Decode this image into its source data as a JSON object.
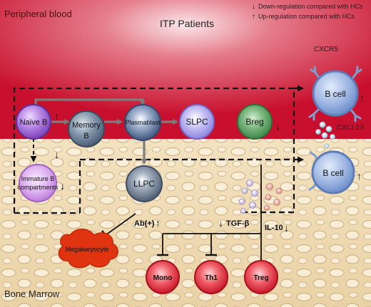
{
  "regions": {
    "top": "Peripheral blood",
    "bottom": "Bone Marrow",
    "patients": "ITP Patients"
  },
  "legend": {
    "down": "Down-regulation compared with HCs",
    "up": "Up-regulation compared with HCs"
  },
  "cells": {
    "naive_b": "Naive B",
    "memory_b_line1": "Memory",
    "memory_b_line2": "B",
    "plasmablast": "Plasmablast",
    "slpc": "SLPC",
    "breg": "Breg",
    "immature_b_line1": "Immature B",
    "immature_b_line2": "compartments",
    "llpc": "LLPC",
    "b_cell_blood": "B cell",
    "b_cell_marrow": "B cell",
    "megakaryocyte": "Megakaryocyte",
    "mono": "Mono",
    "th1": "Th1",
    "treg": "Treg"
  },
  "markers": {
    "cxcr5": "CXCR5",
    "cxcl13": "CXCL13",
    "antibody": "Ab(+)",
    "tgf_beta": "TGF-β",
    "il10": "IL-10"
  },
  "glyphs": {
    "up": "↑",
    "down": "↓"
  },
  "colors": {
    "blood_red": "#c8102e",
    "marrow_beige": "#f1dcb6",
    "naive_b": "#8c52c8",
    "memory_b": "#5a6f86",
    "plasmablast": "#4c6288",
    "slpc": "#9e95e8",
    "breg": "#4f9a58",
    "immature_b": "#cf9be6",
    "llpc": "#5a6b80",
    "b_cell": "#6f8fcb",
    "megakaryocyte": "#e0330f",
    "effector_red": "#e32a39"
  }
}
